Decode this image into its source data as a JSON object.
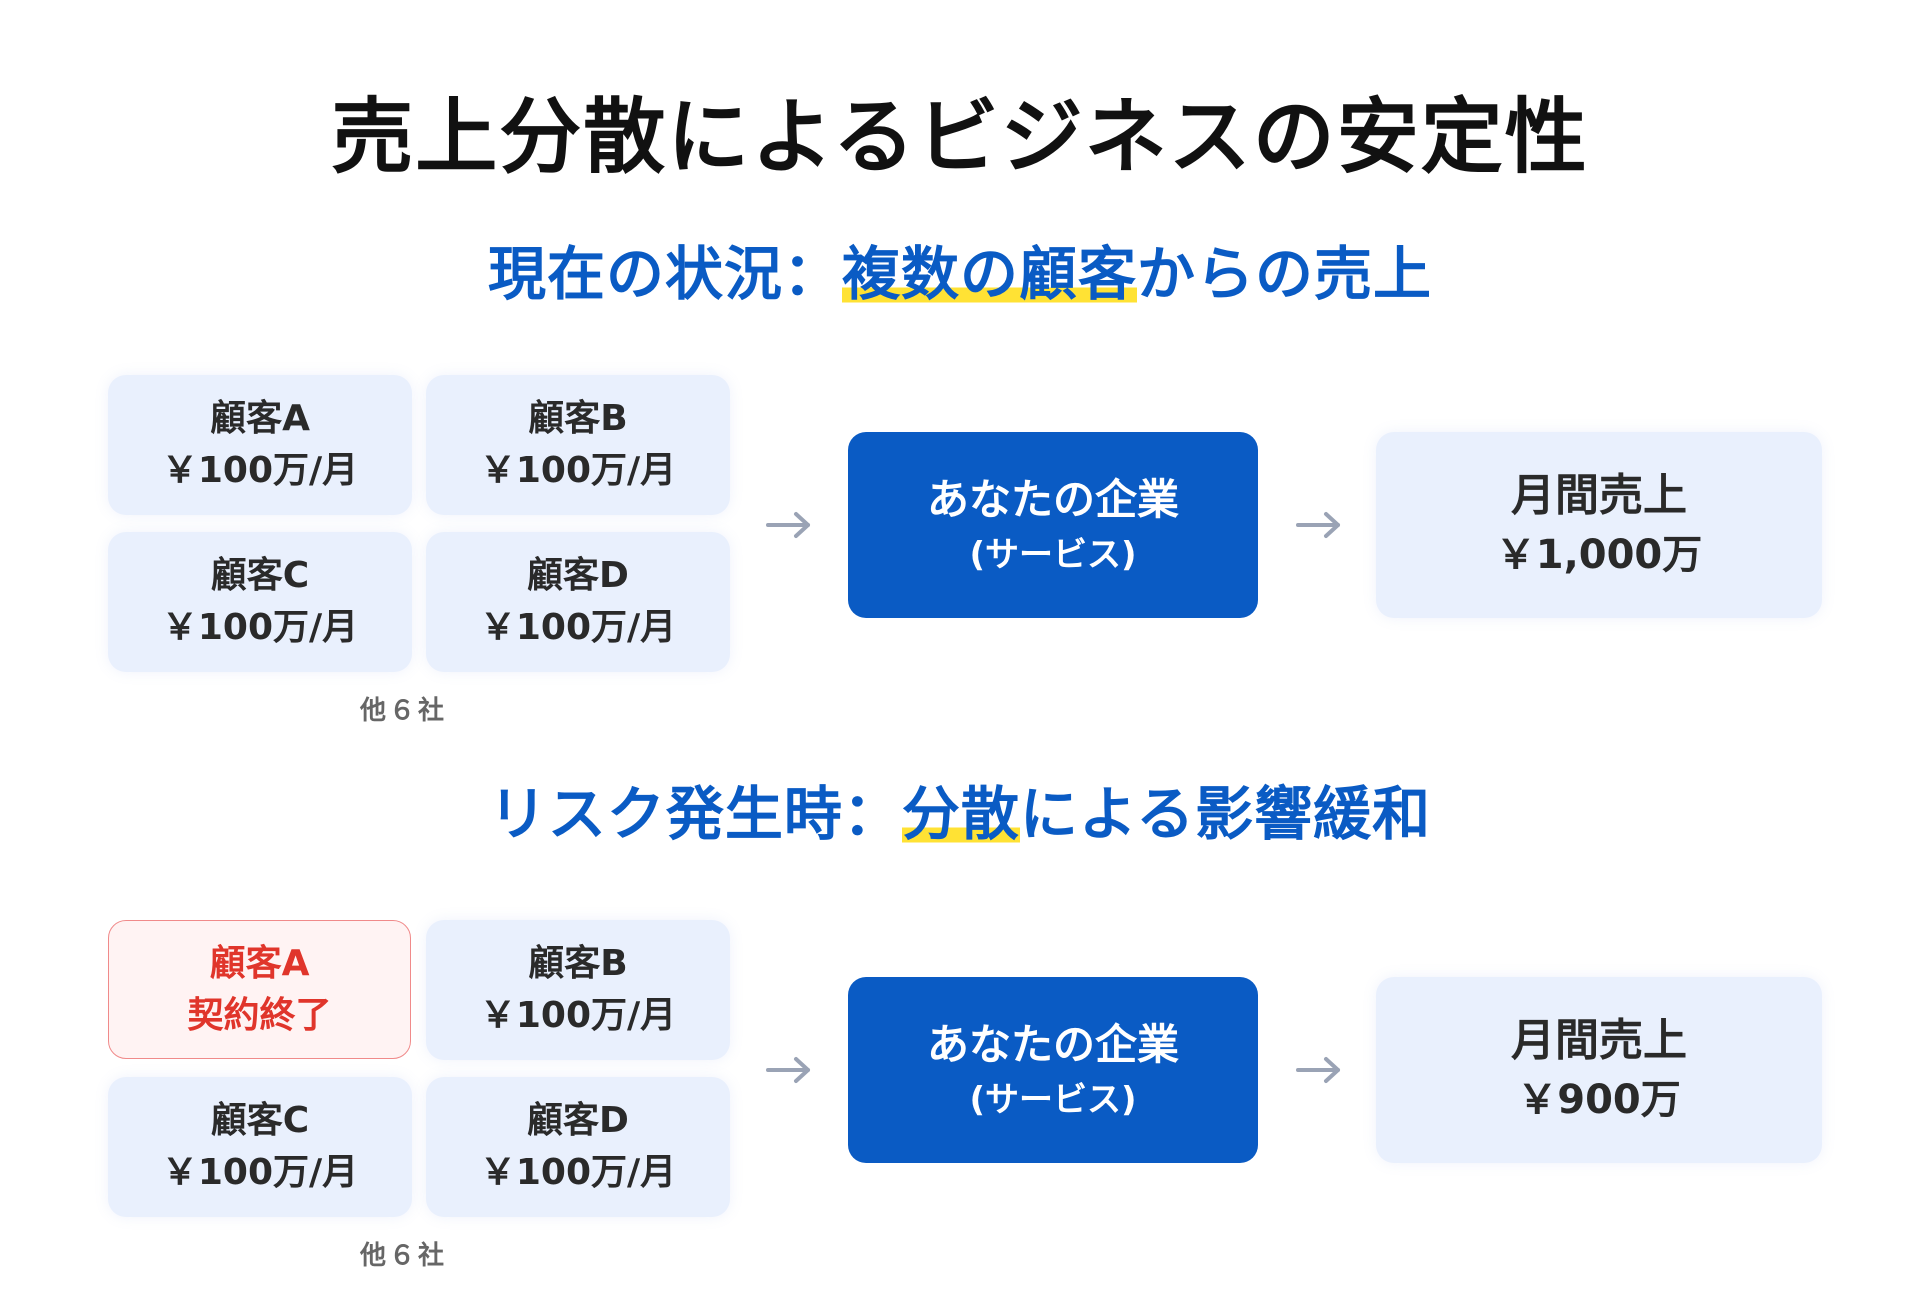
{
  "title": "売上分散によるビジネスの安定性",
  "section1": {
    "title_prefix": "現在の状況：",
    "title_highlight": "複数の顧客",
    "title_suffix": "からの売上",
    "customers": [
      {
        "name": "顧客A",
        "value": "￥100万/月"
      },
      {
        "name": "顧客B",
        "value": "￥100万/月"
      },
      {
        "name": "顧客C",
        "value": "￥100万/月"
      },
      {
        "name": "顧客D",
        "value": "￥100万/月"
      }
    ],
    "others": "他６社",
    "company_name": "あなたの企業",
    "company_sub": "(サービス)",
    "revenue_label": "月間売上",
    "revenue_value": "￥1,000万"
  },
  "section2": {
    "title_prefix": "リスク発生時：",
    "title_highlight": "分散",
    "title_suffix": "による影響緩和",
    "customers": [
      {
        "name": "顧客A",
        "value": "契約終了"
      },
      {
        "name": "顧客B",
        "value": "￥100万/月"
      },
      {
        "name": "顧客C",
        "value": "￥100万/月"
      },
      {
        "name": "顧客D",
        "value": "￥100万/月"
      }
    ],
    "others": "他６社",
    "company_name": "あなたの企業",
    "company_sub": "(サービス)",
    "revenue_label": "月間売上",
    "revenue_value": "￥900万"
  },
  "colors": {
    "accent_blue": "#0a5bc4",
    "highlight_yellow": "#ffe234",
    "card_bg": "#e9f0fd",
    "ended_red": "#e0352b",
    "arrow_gray": "#9aa3b5"
  }
}
